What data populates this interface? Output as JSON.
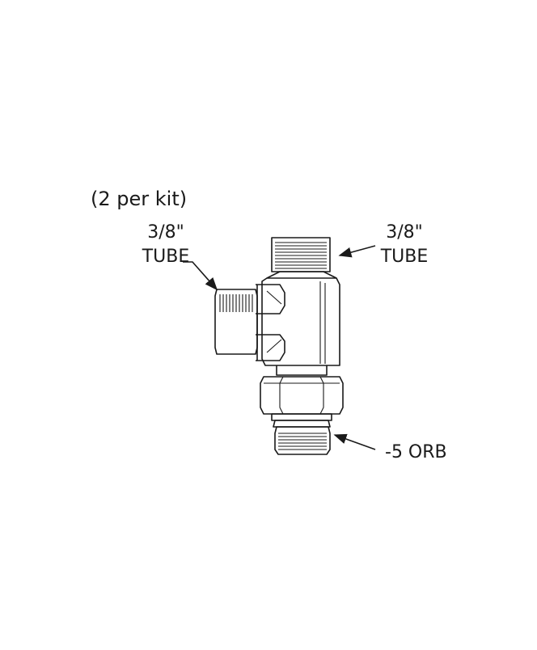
{
  "diagram": {
    "quantity_note": "(2 per kit)",
    "callouts": {
      "side_port": {
        "size": "3/8\"",
        "type": "TUBE"
      },
      "top_port": {
        "size": "3/8\"",
        "type": "TUBE"
      },
      "bottom_port": {
        "label": "-5 ORB"
      }
    }
  },
  "colors": {
    "line": "#1a1a1a",
    "background": "#ffffff"
  }
}
